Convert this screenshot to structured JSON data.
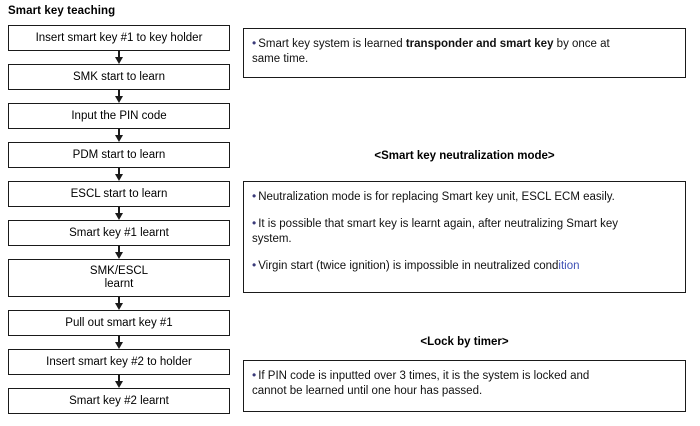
{
  "flow": {
    "title": "Smart key teaching",
    "steps": [
      {
        "label": "Insert smart key #1 to key holder"
      },
      {
        "label": "SMK start to learn"
      },
      {
        "label": "Input the PIN code"
      },
      {
        "label": "PDM start to learn"
      },
      {
        "label": "ESCL start to learn"
      },
      {
        "label": "Smart key #1 learnt"
      },
      {
        "label": "SMK/ESCL",
        "label2": "learnt"
      },
      {
        "label": "Pull out smart key #1"
      },
      {
        "label": "Insert smart key #2 to holder"
      },
      {
        "label": "Smart key #2 learnt"
      }
    ],
    "arrow_icon": "down-arrow-icon"
  },
  "notes": {
    "box1": {
      "bullet": "•",
      "line1_pre": "Smart key system is learned ",
      "line1_bold": "transponder and smart key",
      "line1_post": " by once at",
      "line2": "same  time."
    },
    "neutralization": {
      "heading": "<Smart key neutralization mode>",
      "items": [
        {
          "bullet": "•",
          "text": "Neutralization mode is for replacing Smart key unit, ESCL ECM easily."
        },
        {
          "bullet": "•",
          "text": "It is possible that smart key is learnt again, after neutralizing Smart key",
          "text2": "system."
        },
        {
          "bullet": "•",
          "text": "Virgin start (twice ignition) is impossible in neutralized cond",
          "text_tail": "ition"
        }
      ]
    },
    "lock": {
      "heading": "<Lock by timer>",
      "item": {
        "bullet": "•",
        "line1": "If PIN code is inputted over 3 times, it is the system is locked and",
        "line2": "cannot be learned until one hour has passed."
      }
    }
  },
  "colors": {
    "border": "#1a1a1a",
    "text": "#111111",
    "bullet": "#3b3b7a",
    "accent_blue": "#3f51b5",
    "background": "#ffffff"
  }
}
